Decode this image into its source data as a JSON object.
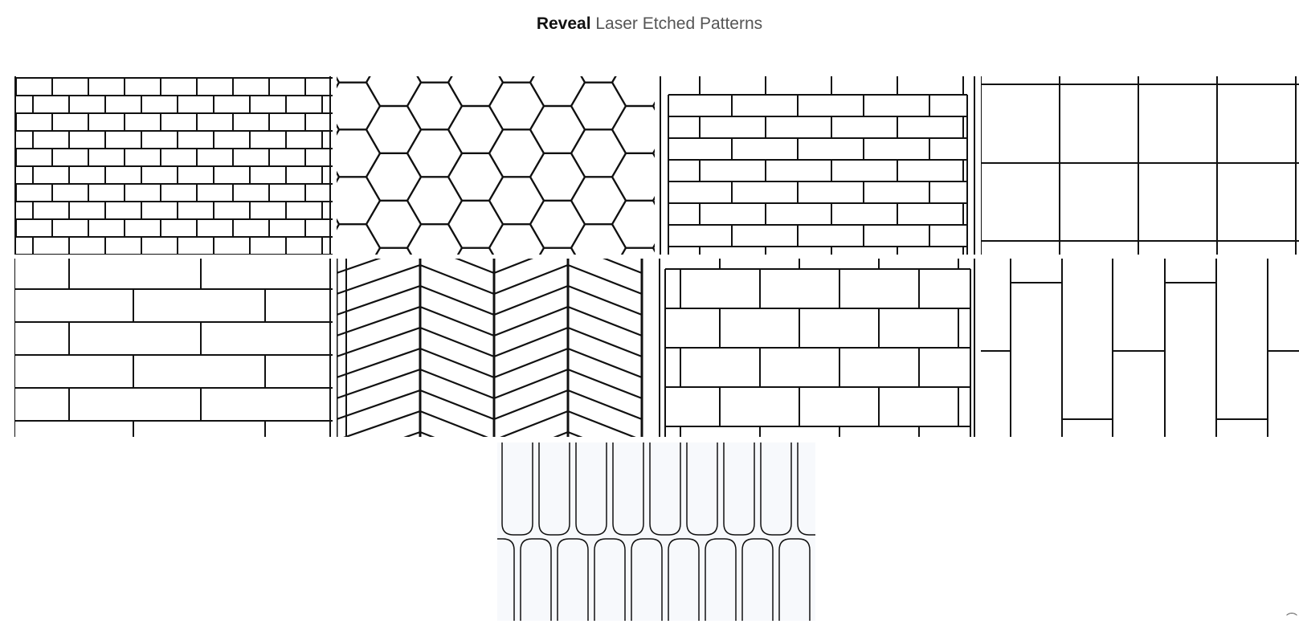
{
  "header": {
    "brand": "Reveal",
    "subtitle": "Laser Etched Patterns"
  },
  "gallery": {
    "tiles": [
      {
        "pattern": "small-brick"
      },
      {
        "pattern": "hexagon"
      },
      {
        "pattern": "stacked-brick-edge"
      },
      {
        "pattern": "large-square-grid"
      },
      {
        "pattern": "long-plank"
      },
      {
        "pattern": "chevron"
      },
      {
        "pattern": "large-brick"
      },
      {
        "pattern": "vertical-staggered-plank"
      },
      {
        "pattern": "rounded-finger-tile"
      }
    ]
  },
  "colors": {
    "line": "#111111",
    "background": "#ffffff",
    "rounded_tile_background": "#f7f9fc"
  }
}
